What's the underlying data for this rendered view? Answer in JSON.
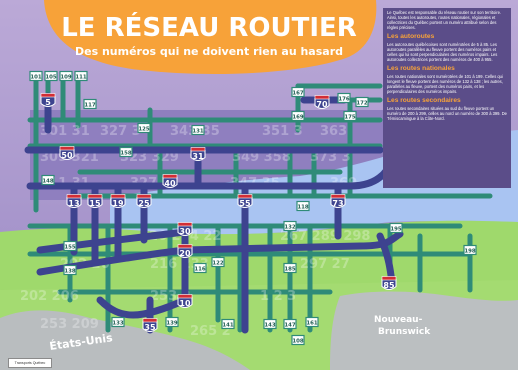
{
  "title": "LE RÉSEAU ROUTIER",
  "subtitle": "Des numéros qui ne doivent rien au hasard",
  "sidebar": {
    "intro": "Le Québec est responsable du réseau routier sur son territoire. Ainsi, toutes les autoroutes, routes nationales, régionales et collectrices du Québec portent un numéro attribué selon des règles précises.",
    "autoroutes_heading": "Les autoroutes",
    "autoroutes_text": "Les autoroutes québécoises sont numérotées de 5 à 85. Les autoroutes parallèles au fleuve portent des numéros pairs et celles qui lui sont perpendiculaires des numéros impairs. Les autoroutes collectrices portent des numéros de 400 à 955.",
    "nationales_heading": "Les routes nationales",
    "nationales_text": "Les routes nationales sont numérotées de 101 à 199. Celles qui longent le fleuve portent des numéros de 132 à 138 ; les autres, parallèles au fleuve, portent des numéros pairs, et les perpendiculaires des numéros impairs.",
    "secondaires_heading": "Les routes secondaires",
    "secondaires_text": "Les routes secondaires situées au sud du fleuve portent un numéro de 200 à 299, celles au nord un numéro de 300 à 399. De Témiscamingue à la Côte-Nord."
  },
  "labels": {
    "etats_unis": "États-Unis",
    "nouveau_brunswick_1": "Nouveau-",
    "nouveau_brunswick_2": "Brunswick"
  },
  "autoroute_shields": [
    {
      "id": "5",
      "label": "5"
    },
    {
      "id": "70",
      "label": "70"
    },
    {
      "id": "50",
      "label": "50"
    },
    {
      "id": "31",
      "label": "31"
    },
    {
      "id": "40",
      "label": "40"
    },
    {
      "id": "13",
      "label": "13"
    },
    {
      "id": "15",
      "label": "15"
    },
    {
      "id": "19",
      "label": "19"
    },
    {
      "id": "25",
      "label": "25"
    },
    {
      "id": "55",
      "label": "55"
    },
    {
      "id": "73",
      "label": "73"
    },
    {
      "id": "30",
      "label": "30"
    },
    {
      "id": "20",
      "label": "20"
    },
    {
      "id": "10",
      "label": "10"
    },
    {
      "id": "35",
      "label": "35"
    },
    {
      "id": "85",
      "label": "85"
    }
  ],
  "route_markers": [
    {
      "id": "101",
      "label": "101"
    },
    {
      "id": "105",
      "label": "105"
    },
    {
      "id": "109",
      "label": "109"
    },
    {
      "id": "111",
      "label": "111"
    },
    {
      "id": "167",
      "label": "167"
    },
    {
      "id": "169",
      "label": "169"
    },
    {
      "id": "172",
      "label": "172"
    },
    {
      "id": "175",
      "label": "175"
    },
    {
      "id": "176",
      "label": "176"
    },
    {
      "id": "117",
      "label": "117"
    },
    {
      "id": "125",
      "label": "125"
    },
    {
      "id": "131",
      "label": "131"
    },
    {
      "id": "158",
      "label": "158"
    },
    {
      "id": "148",
      "label": "148"
    },
    {
      "id": "118",
      "label": "118"
    },
    {
      "id": "132",
      "label": "132"
    },
    {
      "id": "195",
      "label": "195"
    },
    {
      "id": "198",
      "label": "198"
    },
    {
      "id": "138",
      "label": "138"
    },
    {
      "id": "116",
      "label": "116"
    },
    {
      "id": "122",
      "label": "122"
    },
    {
      "id": "185",
      "label": "185"
    },
    {
      "id": "133",
      "label": "133"
    },
    {
      "id": "139",
      "label": "139"
    },
    {
      "id": "141",
      "label": "141"
    },
    {
      "id": "143",
      "label": "143"
    },
    {
      "id": "147",
      "label": "147"
    },
    {
      "id": "161",
      "label": "161"
    },
    {
      "id": "108",
      "label": "108"
    },
    {
      "id": "155",
      "label": "155"
    }
  ],
  "colors": {
    "sky": "#b2a2d0",
    "band": "#7f70b4",
    "water": "#afc8f5",
    "land": "#9bd96a",
    "autoroute": "#3d438f",
    "route": "#2f8b78",
    "orange": "#f7a239",
    "sidebar": "#5b4d89",
    "shield_red": "#d22d35"
  },
  "footer": {
    "logo_text": "Transports Québec"
  }
}
